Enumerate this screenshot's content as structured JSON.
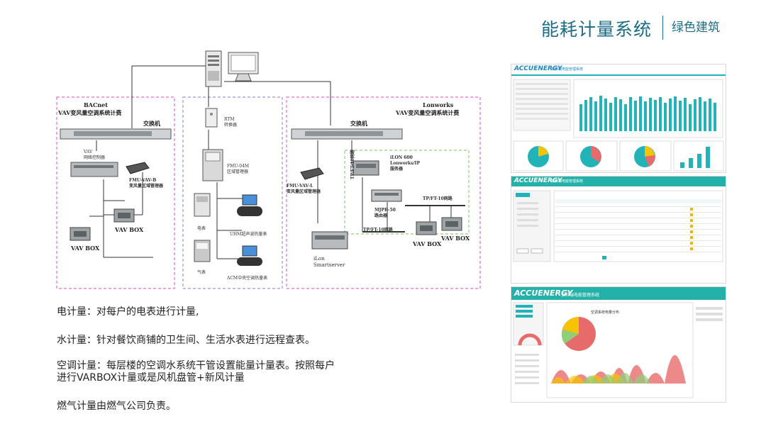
{
  "header": {
    "title": "能耗计量系统",
    "subtitle": "绿色建筑"
  },
  "diagram": {
    "left_group": {
      "protocol": "BACnet",
      "caption": "VAV变风量空调系统计费",
      "switch_label": "交换机",
      "controller_label": "VAV\n网络控制器",
      "zone_manager_label": "FMU-VAV-B\n变风量区域管理器",
      "vavbox_label_1": "VAV BOX",
      "vavbox_label_2": "VAV BOX"
    },
    "middle_group": {
      "rtm_label": "RTM\n转换器",
      "fmu_label": "FMU-04M\n区域管理器",
      "electric_meter_label": "电表",
      "uhm_label": "UHM超声波热量表",
      "gas_meter_label": "气表",
      "acm_label": "ACM中央空调热量表"
    },
    "right_group": {
      "protocol": "Lonworks",
      "caption": "VAV变风量空调系统计费",
      "switch_label": "交换机",
      "ilon600_label": "iLON 600\nLonworks/IP\n服务器",
      "zone_manager_label": "FMU-VAV-L\n变风量区域管理器",
      "bus_label_vertical": "TP/FT-10网路",
      "router_label": "MJPR-50\n路由器",
      "bus_label_top": "TP/FT-10网路",
      "bus_label_bottom": "TP/FT-10网路",
      "smartserver_label": "iLon\nSmartserver",
      "vavbox_label_1": "VAV BOX",
      "vavbox_label_2": "VAV BOX"
    }
  },
  "descriptions": [
    "电计量：对每户的电表进行计量,",
    "水计量：针对餐饮商铺的卫生间、生活水表进行远程查表。",
    "空调计量：每层楼的空调水系统干管设置能量计量表。按照每户",
    "进行VARBOX计量或是风机盘管+新风计量",
    "燃气计量由燃气公司负责。"
  ],
  "screenshots": {
    "brand": "ACCUENERGY",
    "shot1_subtitle": "安科瑞电能管理系统",
    "shot2_subtitle": "安科瑞电能管理系统",
    "shot3_subtitle": "安科瑞电能管理系统",
    "shot3_chart_title": "空调系统电量分布"
  },
  "colors": {
    "accent": "#1a6d86",
    "teal": "#22b3b9",
    "pink_border": "#e36ad0",
    "purple_border": "#a38fd6",
    "green_border": "#8fcf7a"
  }
}
